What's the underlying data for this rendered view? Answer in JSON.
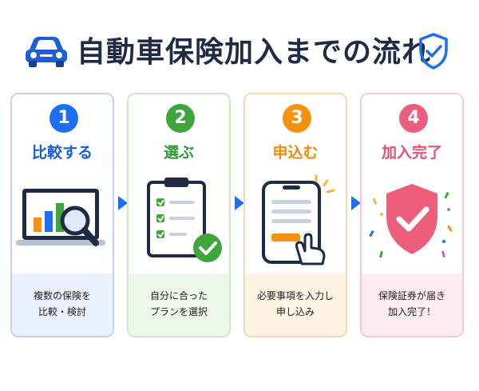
{
  "header": {
    "title": "自動車保険加入までの流れ",
    "icons": [
      "car-icon",
      "shield-check-icon"
    ]
  },
  "steps": [
    {
      "number": "1",
      "title": "比較する",
      "desc_line1": "複数の保険を",
      "desc_line2": "比較・検討",
      "color": "#1d6ff2",
      "icon": "laptop-magnifier-icon"
    },
    {
      "number": "2",
      "title": "選ぶ",
      "desc_line1": "自分に合った",
      "desc_line2": "プランを選択",
      "color": "#3fa63d",
      "icon": "clipboard-checklist-icon"
    },
    {
      "number": "3",
      "title": "申込む",
      "desc_line1": "必要事項を入力し",
      "desc_line2": "申し込み",
      "color": "#f5930f",
      "icon": "phone-tap-icon"
    },
    {
      "number": "4",
      "title": "加入完了",
      "desc_line1": "保険証券が届き",
      "desc_line2": "加入完了！",
      "color": "#ec5e7c",
      "icon": "shield-complete-icon"
    }
  ]
}
